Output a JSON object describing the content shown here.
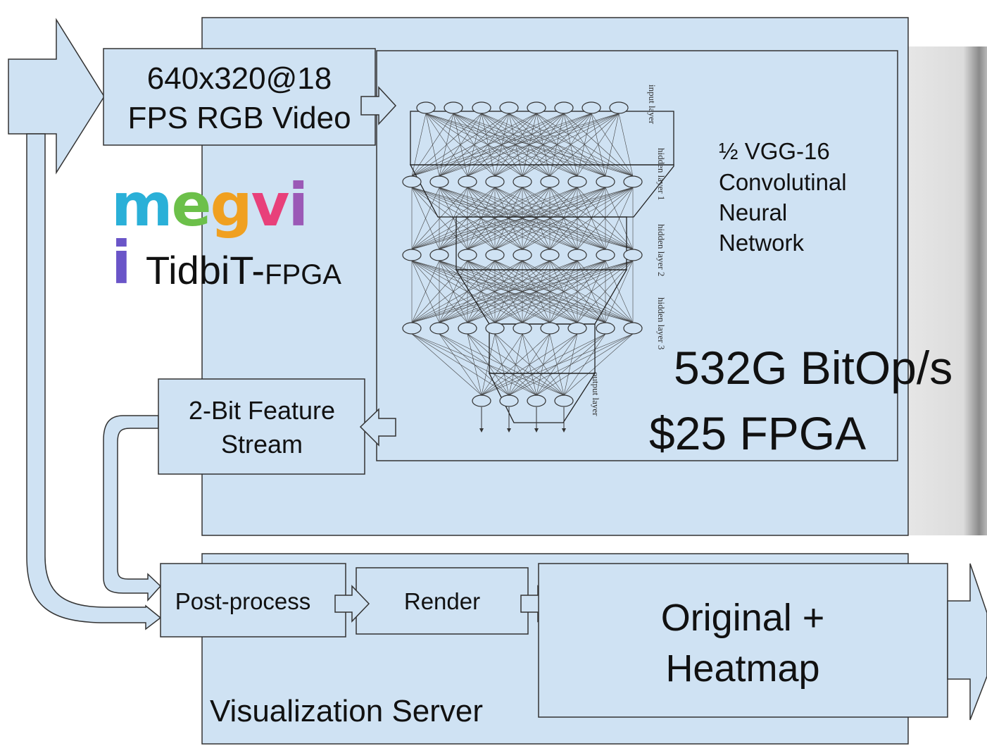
{
  "input": {
    "line1": "640x320@18",
    "line2": "FPS RGB Video"
  },
  "logo": {
    "letters": [
      "m",
      "e",
      "g",
      "v",
      "i",
      "i"
    ],
    "colors": [
      "#2ab0d8",
      "#6cc04a",
      "#f0a020",
      "#e8407a",
      "#9b59b6",
      "#6a55c8"
    ]
  },
  "product": {
    "name": "TidbiT-",
    "suffix": "FPGA"
  },
  "network": {
    "line1": "½ VGG-16",
    "line2": "Convolutinal",
    "line3": "Neural",
    "line4": "Network",
    "layers": [
      "input layer",
      "hidden layer 1",
      "hidden layer 2",
      "hidden layer 3",
      "output layer"
    ]
  },
  "stats": {
    "throughput": "532G BitOp/s",
    "cost": "$25 FPGA"
  },
  "feature_stream": {
    "line1": "2-Bit Feature",
    "line2": "Stream"
  },
  "server": {
    "label": "Visualization Server",
    "postprocess": "Post-process",
    "render": "Render",
    "output_line1": "Original +",
    "output_line2": "Heatmap"
  },
  "colors": {
    "panel": "#cfe2f3",
    "stroke": "#333333"
  }
}
